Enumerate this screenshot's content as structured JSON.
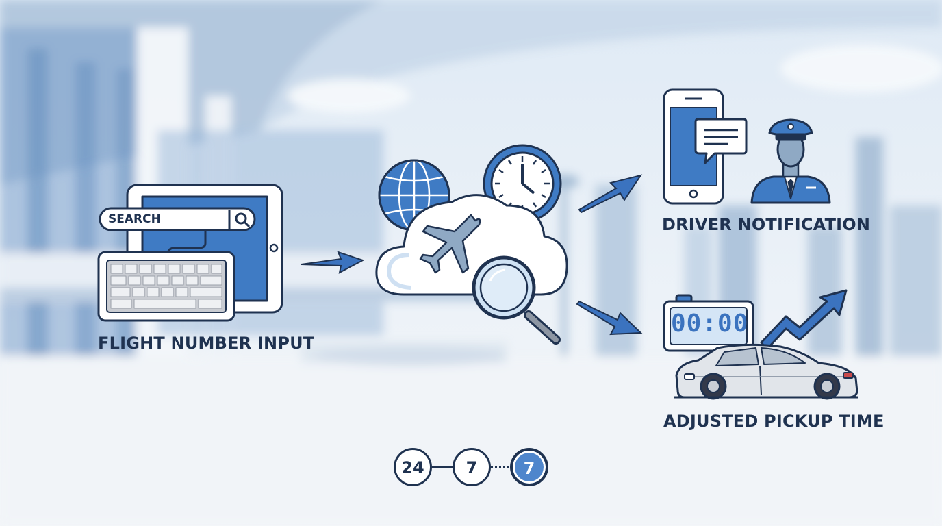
{
  "labels": {
    "flight_input": "FLIGHT NUMBER INPUT",
    "driver_notification": "DRIVER NOTIFICATION",
    "adjusted_pickup": "ADJUSTED PICKUP TIME"
  },
  "search_box": {
    "text": "SEARCH"
  },
  "clock_display": "00:00",
  "availability_badges": [
    "24",
    "7",
    "7"
  ],
  "colors": {
    "navy": "#1f3250",
    "accent_blue": "#3b73bf",
    "light_blue": "#d8e7f6",
    "background": "#e9f0f7"
  },
  "icons": [
    "tablet-icon",
    "keyboard-icon",
    "search-icon",
    "globe-icon",
    "clock-icon",
    "cloud-icon",
    "airplane-icon",
    "magnifier-icon",
    "smartphone-icon",
    "chat-bubble-icon",
    "chauffeur-icon",
    "digital-clock-icon",
    "car-icon",
    "trend-arrow-icon"
  ]
}
